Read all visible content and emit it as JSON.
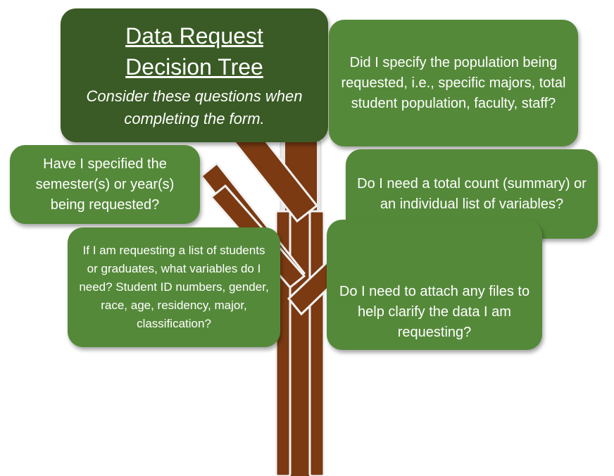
{
  "title": {
    "line1": "Data Request",
    "line2": "Decision Tree",
    "subtitle": "Consider these questions when completing the form."
  },
  "questions": {
    "population": "Did I specify the population being requested, i.e., specific majors, total student population, faculty, staff?",
    "semester": "Have I specified the semester(s) or year(s) being requested?",
    "count": "Do I need a total count (summary) or an individual list of variables?",
    "variables": "If I am requesting a list of students or graduates, what variables do I need? Student ID numbers, gender, race, age, residency, major, classification?",
    "files": "Do I need to attach any files to help clarify the data I am requesting?"
  },
  "colors": {
    "title_box": "#3a5b25",
    "leaf_box": "#55893a",
    "trunk": "#7b3a12",
    "trunk_outline": "#f2f2f2"
  }
}
